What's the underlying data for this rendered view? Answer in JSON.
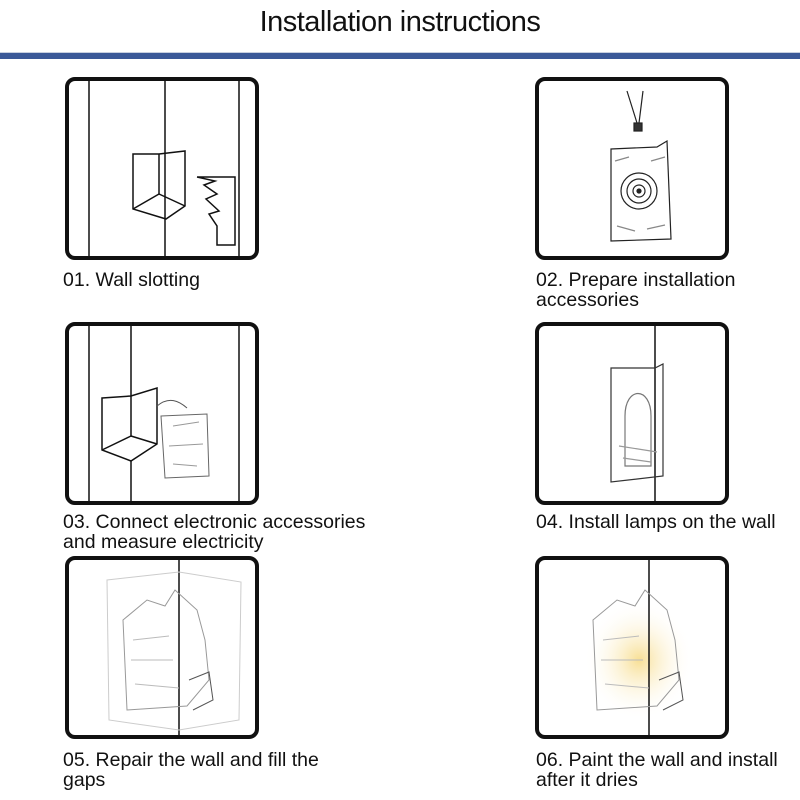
{
  "header": {
    "title": "Installation instructions",
    "accent_color": "#3b5998"
  },
  "steps": [
    {
      "caption": "01. Wall slotting",
      "icon": "wall-slot-illustration"
    },
    {
      "caption": "02. Prepare installation accessories",
      "icon": "accessories-illustration"
    },
    {
      "caption": "03. Connect electronic accessories and measure electricity",
      "icon": "wiring-illustration"
    },
    {
      "caption": "04. Install lamps on the wall",
      "icon": "lamp-install-illustration"
    },
    {
      "caption": "05. Repair the wall and fill the gaps",
      "icon": "wall-repair-illustration"
    },
    {
      "caption": "06. Paint the wall and install after it dries",
      "icon": "paint-wall-illustration"
    }
  ]
}
